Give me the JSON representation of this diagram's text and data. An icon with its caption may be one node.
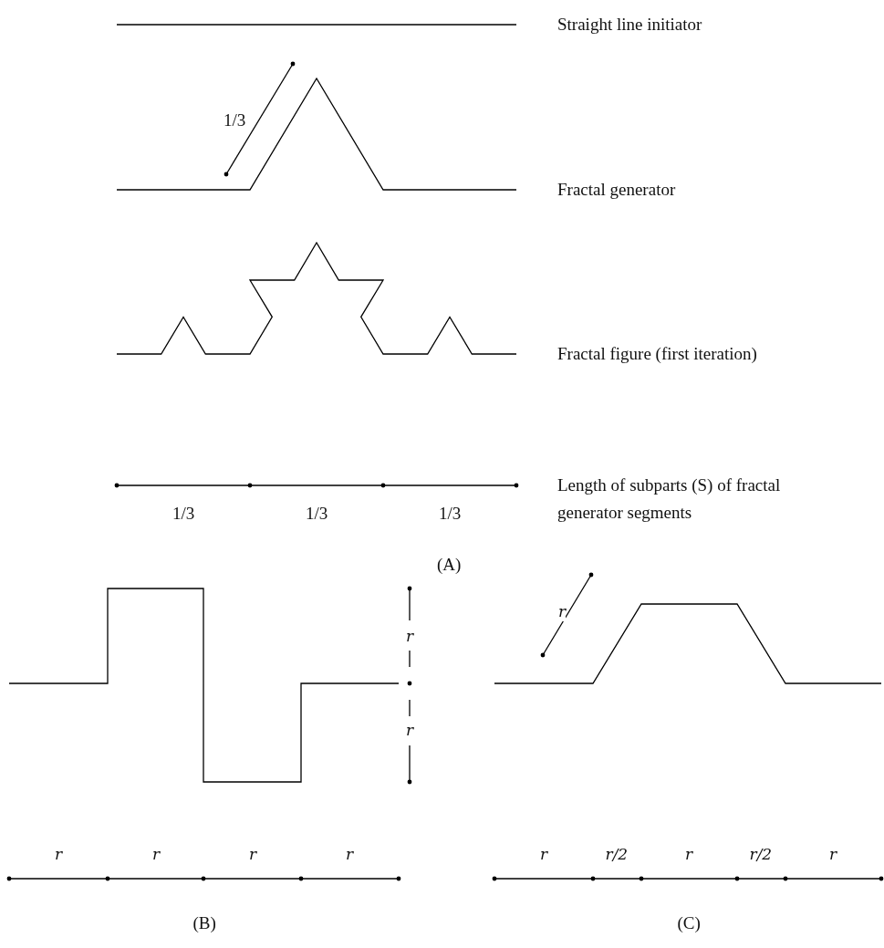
{
  "diagram": {
    "labels": [
      "Straight line initiator",
      "1/3",
      "Fractal generator",
      "Fractal figure (first iteration)",
      "Length of subparts (S) of fractal generator segments",
      "1/3",
      "1/3",
      "1/3",
      "(A)",
      "r",
      "r",
      "r",
      "r",
      "r",
      "r",
      "r",
      "r",
      "r/2",
      "r",
      "r/2",
      "r",
      "(B)",
      "(C)"
    ]
  }
}
